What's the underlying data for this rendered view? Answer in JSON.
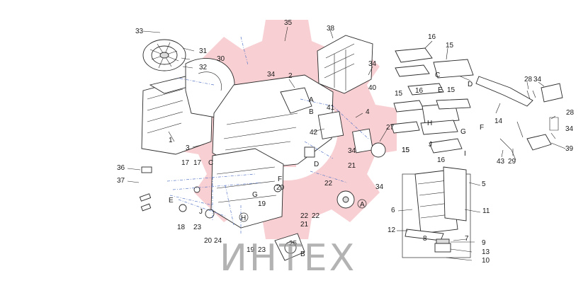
{
  "watermark": {
    "text": "ИНТЕХ",
    "logo": "red-gear-logo",
    "logo_color": "#f3a9ae"
  },
  "colors": {
    "line": "#2a2a2a",
    "dashed_assembly": "#5a78c8",
    "text": "#1a1a1a"
  },
  "callouts": [
    {
      "id": "c33",
      "text": "33"
    },
    {
      "id": "c35",
      "text": "35"
    },
    {
      "id": "c38",
      "text": "38"
    },
    {
      "id": "c31",
      "text": "31"
    },
    {
      "id": "c30",
      "text": "30"
    },
    {
      "id": "c32",
      "text": "32"
    },
    {
      "id": "c34a",
      "text": "34"
    },
    {
      "id": "c2",
      "text": "2"
    },
    {
      "id": "c34b",
      "text": "34"
    },
    {
      "id": "c40",
      "text": "40"
    },
    {
      "id": "cA1",
      "text": "A"
    },
    {
      "id": "c41",
      "text": "41"
    },
    {
      "id": "cB1",
      "text": "B"
    },
    {
      "id": "c4",
      "text": "4"
    },
    {
      "id": "c42",
      "text": "42"
    },
    {
      "id": "c27",
      "text": "27"
    },
    {
      "id": "c16a",
      "text": "16"
    },
    {
      "id": "c15a",
      "text": "15"
    },
    {
      "id": "cC1",
      "text": "C"
    },
    {
      "id": "cD1",
      "text": "D"
    },
    {
      "id": "c15b",
      "text": "15"
    },
    {
      "id": "c16b",
      "text": "16"
    },
    {
      "id": "cE1",
      "text": "E"
    },
    {
      "id": "c15c",
      "text": "15"
    },
    {
      "id": "cH1",
      "text": "H"
    },
    {
      "id": "cG1",
      "text": "G"
    },
    {
      "id": "cF1",
      "text": "F"
    },
    {
      "id": "cJ1",
      "text": "J"
    },
    {
      "id": "cI1",
      "text": "I"
    },
    {
      "id": "c16c",
      "text": "16"
    },
    {
      "id": "c15d",
      "text": "15"
    },
    {
      "id": "c14",
      "text": "14"
    },
    {
      "id": "c28a",
      "text": "28"
    },
    {
      "id": "c34c",
      "text": "34"
    },
    {
      "id": "c28b",
      "text": "28"
    },
    {
      "id": "c34d",
      "text": "34"
    },
    {
      "id": "c39",
      "text": "39"
    },
    {
      "id": "c43",
      "text": "43"
    },
    {
      "id": "c29",
      "text": "29"
    },
    {
      "id": "c1",
      "text": "1"
    },
    {
      "id": "c3",
      "text": "3"
    },
    {
      "id": "cC2",
      "text": "C"
    },
    {
      "id": "c36",
      "text": "36"
    },
    {
      "id": "c37",
      "text": "37"
    },
    {
      "id": "c17a",
      "text": "17"
    },
    {
      "id": "c17b",
      "text": "17"
    },
    {
      "id": "cE2",
      "text": "E"
    },
    {
      "id": "cJ2",
      "text": "J"
    },
    {
      "id": "c18",
      "text": "18"
    },
    {
      "id": "c23a",
      "text": "23"
    },
    {
      "id": "c20a",
      "text": "20"
    },
    {
      "id": "c24",
      "text": "24"
    },
    {
      "id": "cG2",
      "text": "G"
    },
    {
      "id": "cF2",
      "text": "F"
    },
    {
      "id": "c20b",
      "text": "20"
    },
    {
      "id": "c19a",
      "text": "19"
    },
    {
      "id": "cH2",
      "text": "H"
    },
    {
      "id": "c19b",
      "text": "19"
    },
    {
      "id": "c23b",
      "text": "23"
    },
    {
      "id": "c25",
      "text": "25"
    },
    {
      "id": "cB2",
      "text": "B"
    },
    {
      "id": "c22a",
      "text": "22"
    },
    {
      "id": "c22b",
      "text": "22"
    },
    {
      "id": "c21a",
      "text": "21"
    },
    {
      "id": "c21b",
      "text": "21"
    },
    {
      "id": "cD2",
      "text": "D"
    },
    {
      "id": "c34e",
      "text": "34"
    },
    {
      "id": "c22c",
      "text": "22"
    },
    {
      "id": "cA2",
      "text": "A"
    },
    {
      "id": "c34f",
      "text": "34"
    },
    {
      "id": "c15e",
      "text": "15"
    },
    {
      "id": "c5",
      "text": "5"
    },
    {
      "id": "c6",
      "text": "6"
    },
    {
      "id": "c11",
      "text": "11"
    },
    {
      "id": "c12",
      "text": "12"
    },
    {
      "id": "c8",
      "text": "8"
    },
    {
      "id": "c7",
      "text": "7"
    },
    {
      "id": "c9",
      "text": "9"
    },
    {
      "id": "c13",
      "text": "13"
    },
    {
      "id": "c10",
      "text": "10"
    }
  ]
}
